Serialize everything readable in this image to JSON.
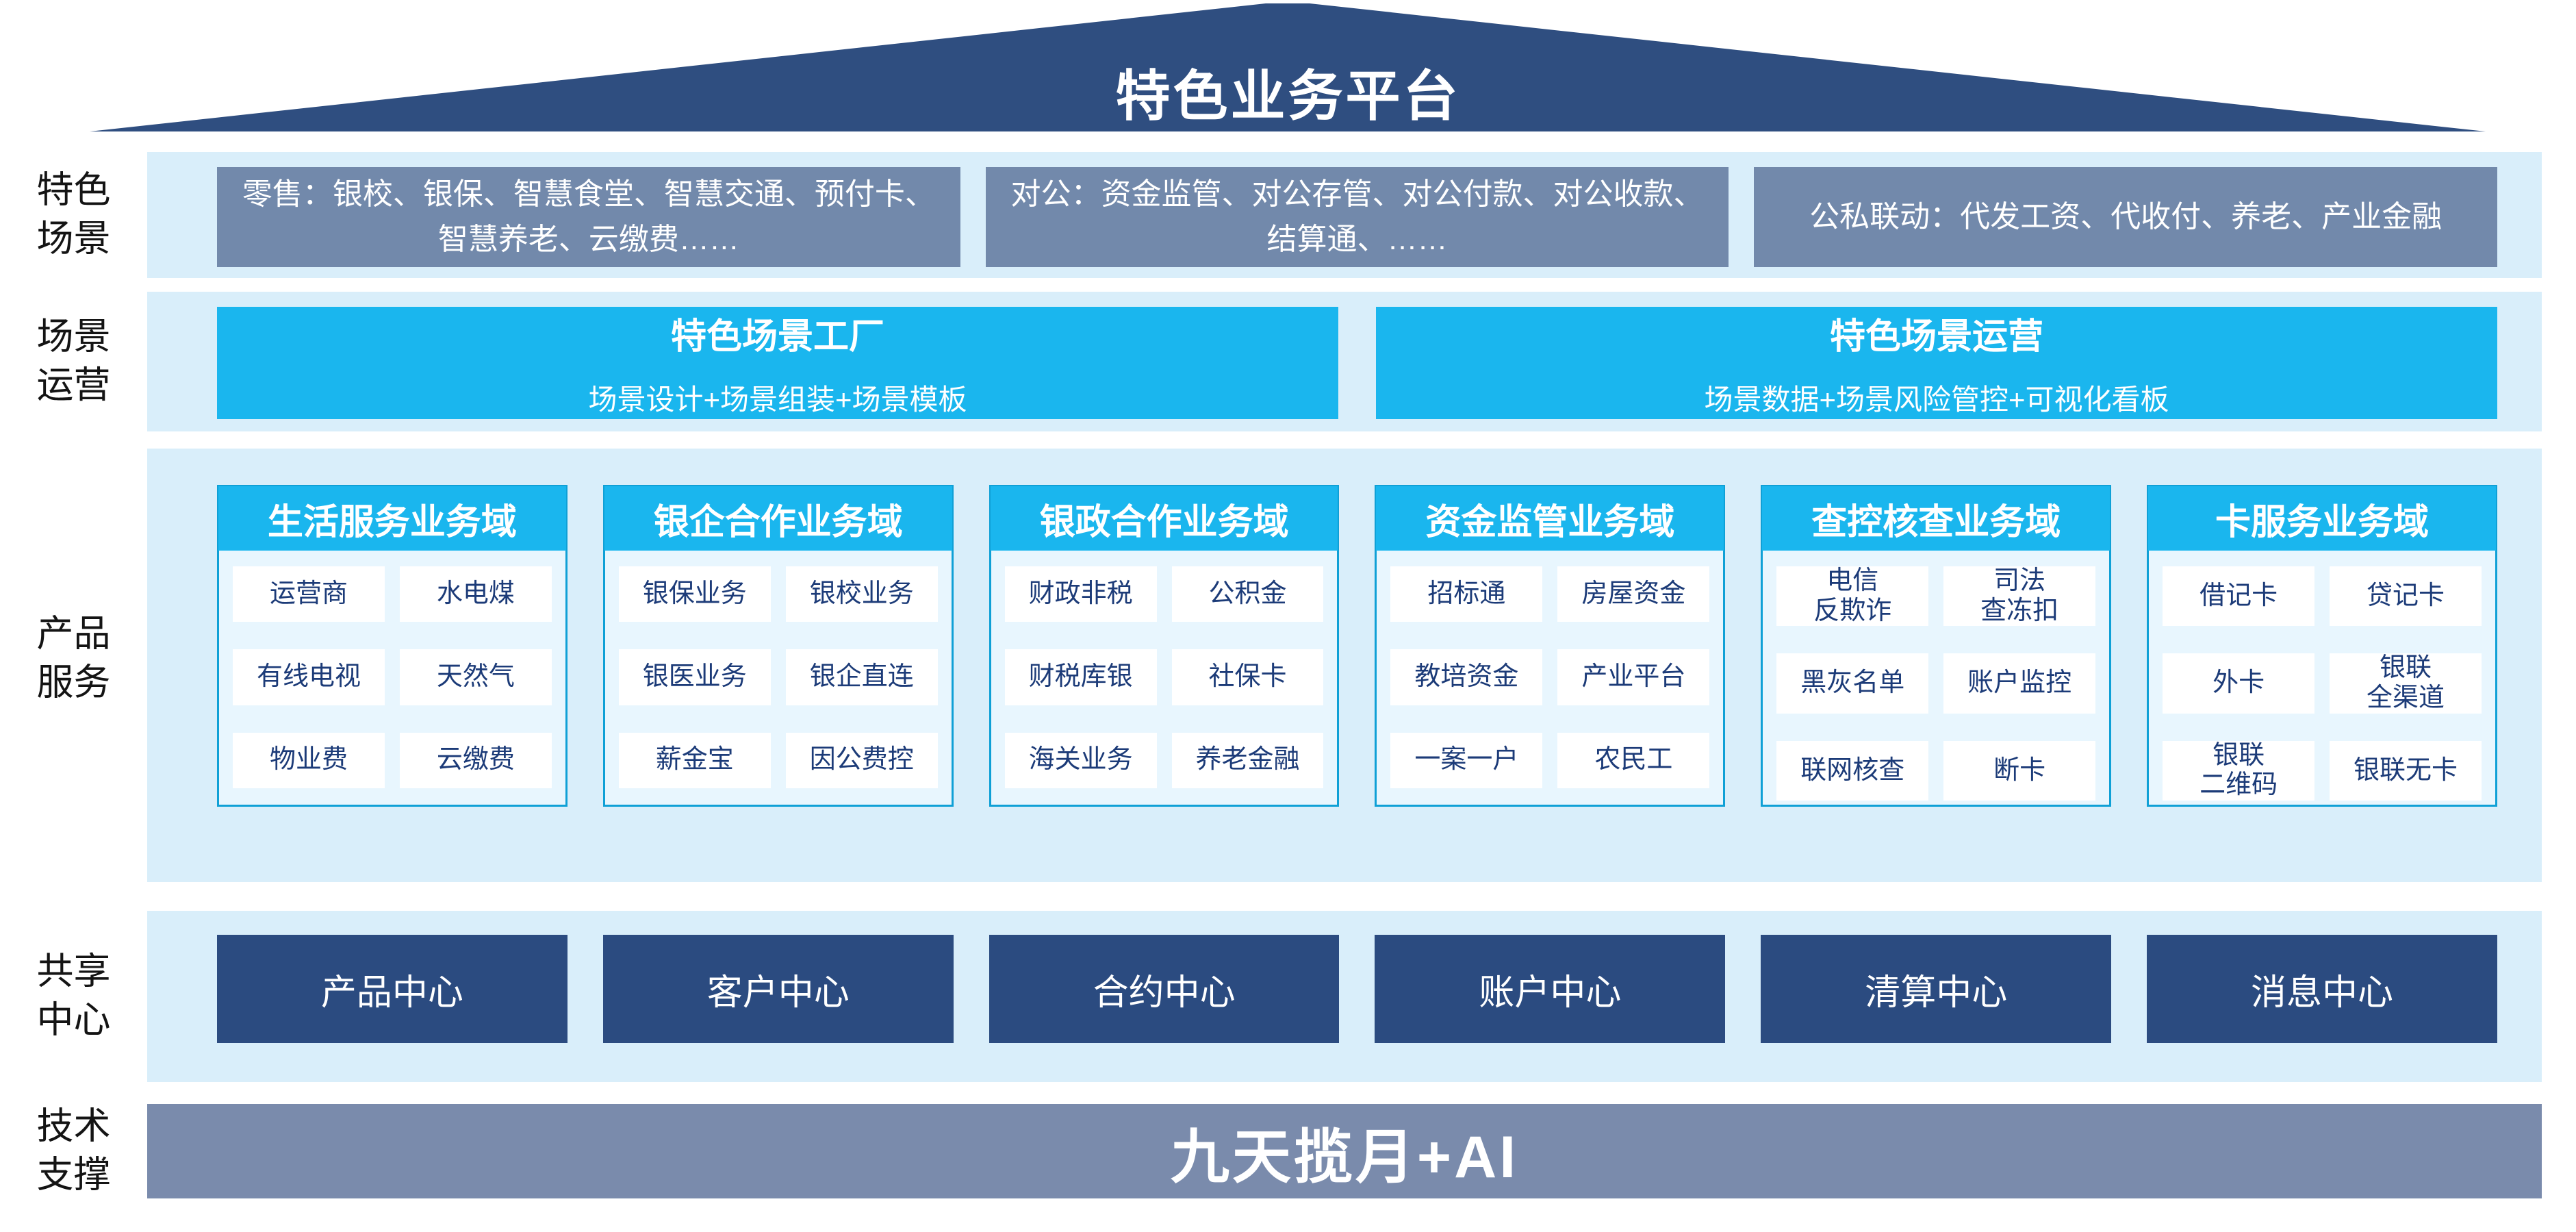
{
  "title": "特色业务平台",
  "side_labels": [
    "特色\n场景",
    "场景\n运营",
    "产品\n服务",
    "共享\n中心",
    "技术\n支撑"
  ],
  "scene_boxes": [
    "零售：银校、银保、智慧食堂、智慧交通、预付卡、智慧养老、云缴费……",
    "对公：资金监管、对公存管、对公付款、对公收款、结算通、……",
    "公私联动：代发工资、代收付、养老、产业金融"
  ],
  "ops_boxes": [
    {
      "title": "特色场景工厂",
      "subtitle": "场景设计+场景组装+场景模板"
    },
    {
      "title": "特色场景运营",
      "subtitle": "场景数据+场景风险管控+可视化看板"
    }
  ],
  "product_domains": [
    {
      "title": "生活服务业务域",
      "items": [
        "运营商",
        "水电煤",
        "有线电视",
        "天然气",
        "物业费",
        "云缴费"
      ]
    },
    {
      "title": "银企合作业务域",
      "items": [
        "银保业务",
        "银校业务",
        "银医业务",
        "银企直连",
        "薪金宝",
        "因公费控"
      ]
    },
    {
      "title": "银政合作业务域",
      "items": [
        "财政非税",
        "公积金",
        "财税库银",
        "社保卡",
        "海关业务",
        "养老金融"
      ]
    },
    {
      "title": "资金监管业务域",
      "items": [
        "招标通",
        "房屋资金",
        "教培资金",
        "产业平台",
        "一案一户",
        "农民工"
      ]
    },
    {
      "title": "查控核查业务域",
      "items": [
        "电信\n反欺诈",
        "司法\n查冻扣",
        "黑灰名单",
        "账户监控",
        "联网核查",
        "断卡"
      ]
    },
    {
      "title": "卡服务业务域",
      "items": [
        "借记卡",
        "贷记卡",
        "外卡",
        "银联\n全渠道",
        "银联\n二维码",
        "银联无卡"
      ]
    }
  ],
  "shared_centers": [
    "产品中心",
    "客户中心",
    "合约中心",
    "账户中心",
    "清算中心",
    "消息中心"
  ],
  "tech_bar": "九天揽月+AI",
  "colors": {
    "navy_roof": "#2F4E80",
    "cyan": "#1AB6EE",
    "cyan_border": "#0FA0D6",
    "slate_scene": "#7289AB",
    "slate_tech": "#7A8BAC",
    "band_blue": "#D9EEFA",
    "panel_blue": "#E8F6FE",
    "cell_text_navy": "#1C3B78",
    "center_navy": "#2B4B80"
  }
}
